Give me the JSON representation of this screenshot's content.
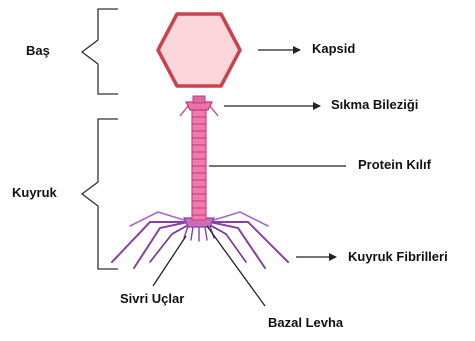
{
  "labels": {
    "head": "Baş",
    "tail": "Kuyruk",
    "capsid": "Kapsid",
    "collar": "Sıkma Bileziği",
    "sheath": "Protein Kılıf",
    "tail_fibers": "Kuyruk Fibrilleri",
    "spikes": "Sivri Uçlar",
    "base_plate": "Bazal Levha"
  },
  "colors": {
    "capsid_fill": "#fbd7dc",
    "capsid_stroke": "#c8434d",
    "tail": "#e8609f",
    "fibers": "#8a3fa6",
    "lines": "#222222"
  }
}
